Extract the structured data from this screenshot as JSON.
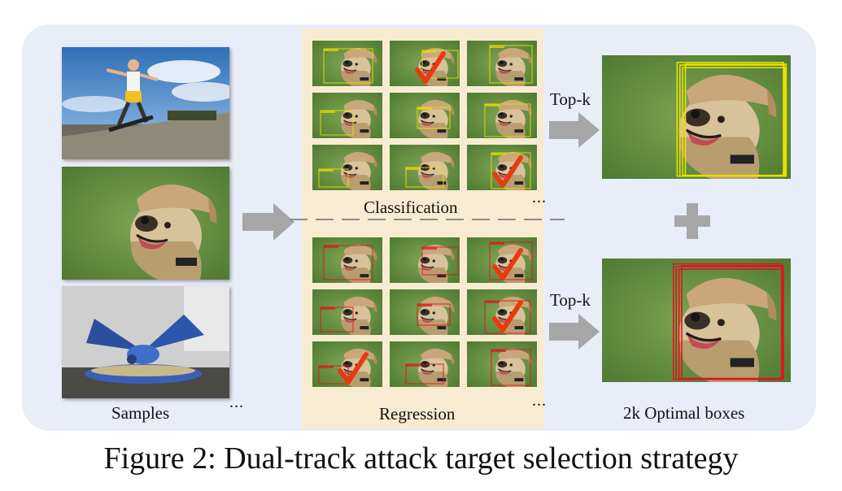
{
  "labels": {
    "samples": "Samples",
    "classification": "Classification",
    "regression": "Regression",
    "topk_top": "Top-k",
    "topk_bottom": "Top-k",
    "optimal": "2k Optimal boxes",
    "ellipsis": "..."
  },
  "caption": "Figure 2: Dual-track attack target selection strategy",
  "colors": {
    "panel_bg": "#e9edf8",
    "center_bg": "#f7ecd2",
    "classification_box": "#e8e000",
    "regression_box": "#e0141e",
    "check": "#e83a10",
    "arrow": "#a6a6a6"
  },
  "grids": {
    "classification": {
      "checked": [
        1,
        8
      ]
    },
    "regression": {
      "checked": [
        2,
        5,
        6
      ]
    }
  }
}
